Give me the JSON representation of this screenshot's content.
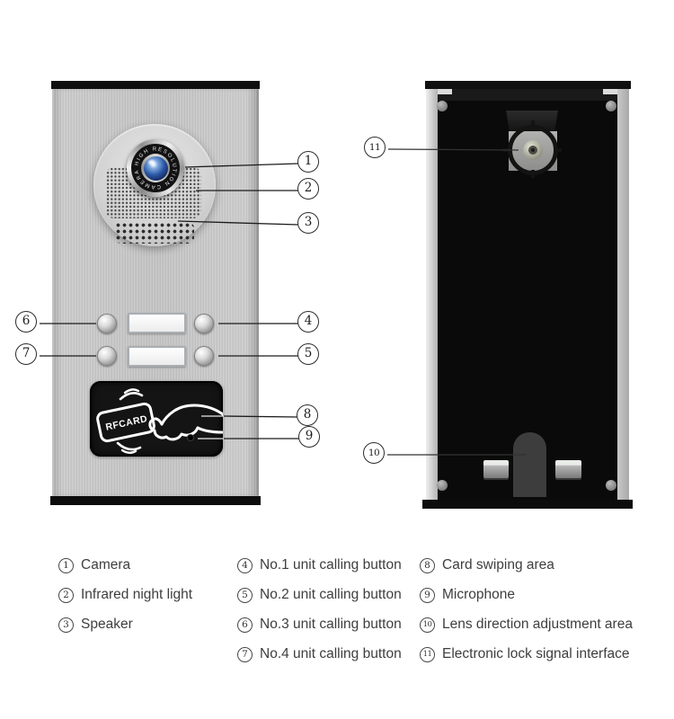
{
  "front": {
    "rfcard_label": "RFCARD",
    "lens_ring_text": "HIGH RESOLUTION CAMERA"
  },
  "callouts": {
    "c1": "1",
    "c2": "2",
    "c3": "3",
    "c4": "4",
    "c5": "5",
    "c6": "6",
    "c7": "7",
    "c8": "8",
    "c9": "9",
    "c10": "10",
    "c11": "11"
  },
  "legend": {
    "col1": [
      {
        "num": "1",
        "label": "Camera"
      },
      {
        "num": "2",
        "label": "Infrared night light"
      },
      {
        "num": "3",
        "label": "Speaker"
      }
    ],
    "col2": [
      {
        "num": "4",
        "label": "No.1 unit calling button"
      },
      {
        "num": "5",
        "label": "No.2 unit calling button"
      },
      {
        "num": "6",
        "label": "No.3 unit calling button"
      },
      {
        "num": "7",
        "label": "No.4 unit calling button"
      }
    ],
    "col3": [
      {
        "num": "8",
        "label": "Card swiping area"
      },
      {
        "num": "9",
        "label": "Microphone"
      },
      {
        "num": "10",
        "label": "Lens direction adjustment area"
      },
      {
        "num": "11",
        "label": "Electronic lock signal interface"
      }
    ]
  },
  "colors": {
    "panel_silver": "#c8c8c8",
    "device_black": "#0d0d0d",
    "lens_blue": "#2c5aa8",
    "leader_line": "#1c1c1c",
    "legend_text": "#3e3e3e"
  }
}
